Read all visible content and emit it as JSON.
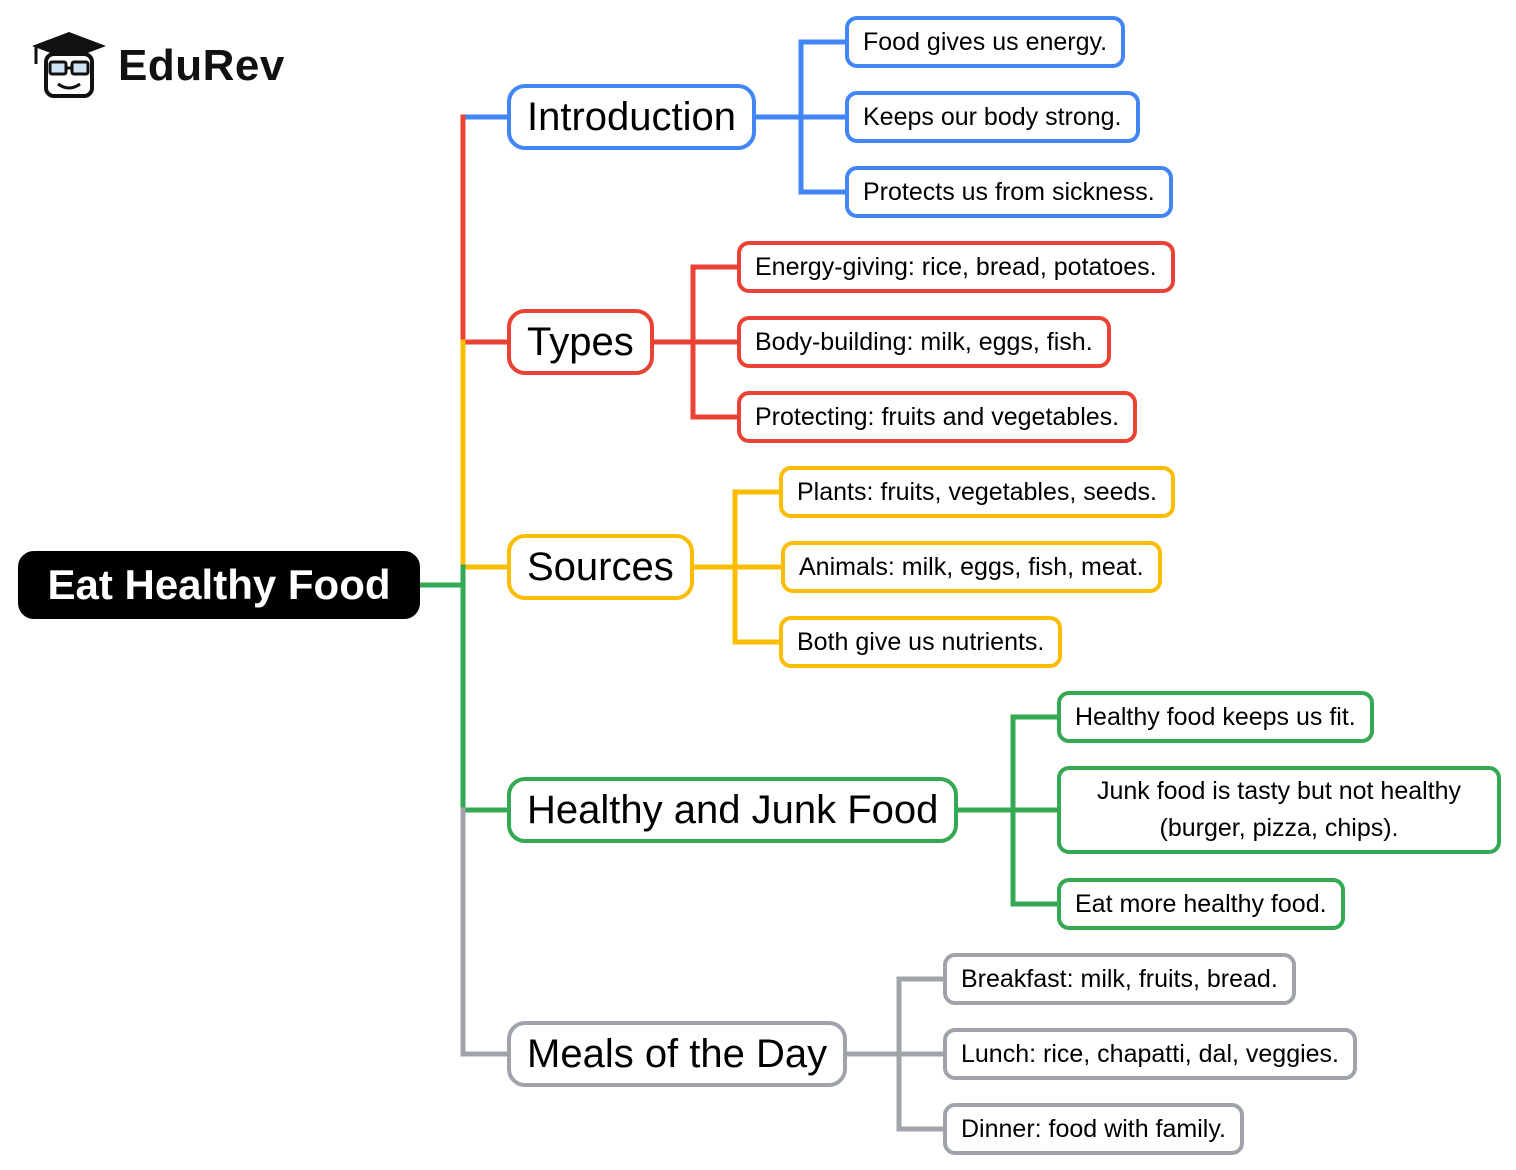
{
  "brand": {
    "name": "EduRev",
    "icon": "graduation-cap-icon"
  },
  "root": {
    "label": "Eat Healthy Food",
    "color": "#000000"
  },
  "branches": [
    {
      "label": "Introduction",
      "color": "#4285F4",
      "items": [
        "Food gives us energy.",
        "Keeps our body strong.",
        "Protects us from sickness."
      ]
    },
    {
      "label": "Types",
      "color": "#EA4335",
      "items": [
        "Energy-giving: rice, bread, potatoes.",
        "Body-building: milk, eggs, fish.",
        "Protecting: fruits and vegetables."
      ]
    },
    {
      "label": "Sources",
      "color": "#FBBC04",
      "items": [
        "Plants: fruits, vegetables, seeds.",
        "Animals: milk, eggs, fish, meat.",
        "Both give us nutrients."
      ]
    },
    {
      "label": "Healthy and Junk Food",
      "color": "#34A853",
      "items": [
        "Healthy food keeps us fit.",
        "Junk food is tasty but not healthy (burger, pizza, chips).",
        "Eat more healthy food."
      ]
    },
    {
      "label": "Meals of the Day",
      "color": "#A0A4AA",
      "items": [
        "Breakfast: milk, fruits, bread.",
        "Lunch: rice, chapatti, dal, veggies.",
        "Dinner: food with family."
      ]
    }
  ]
}
